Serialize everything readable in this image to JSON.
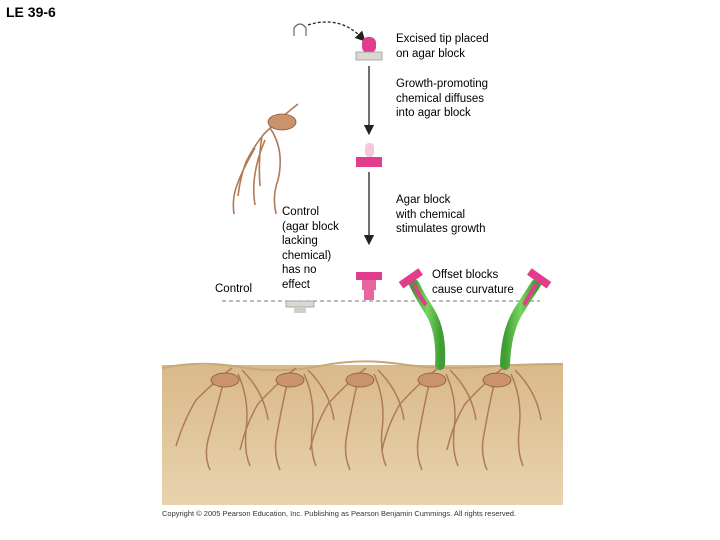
{
  "figure": {
    "title": "LE 39-6",
    "labels": {
      "excised_tip": "Excised tip placed\non agar block",
      "diffuses": "Growth-promoting\nchemical diffuses\ninto agar block",
      "control_left": "Control",
      "control_agar": "Control\n(agar block\nlacking\nchemical)\nhas no\neffect",
      "stimulates": "Agar block\nwith chemical\nstimulates growth",
      "offset": "Offset blocks\ncause curvature"
    },
    "copyright": "Copyright © 2005 Pearson Education, Inc. Publishing as Pearson Benjamin Cummings. All rights reserved."
  },
  "colors": {
    "coleoptile": "#5cc24a",
    "agar_chemical": "#e23d8c",
    "agar_plain": "#d9d9d2",
    "soil": "#e2c79a",
    "root": "#b07a55"
  }
}
